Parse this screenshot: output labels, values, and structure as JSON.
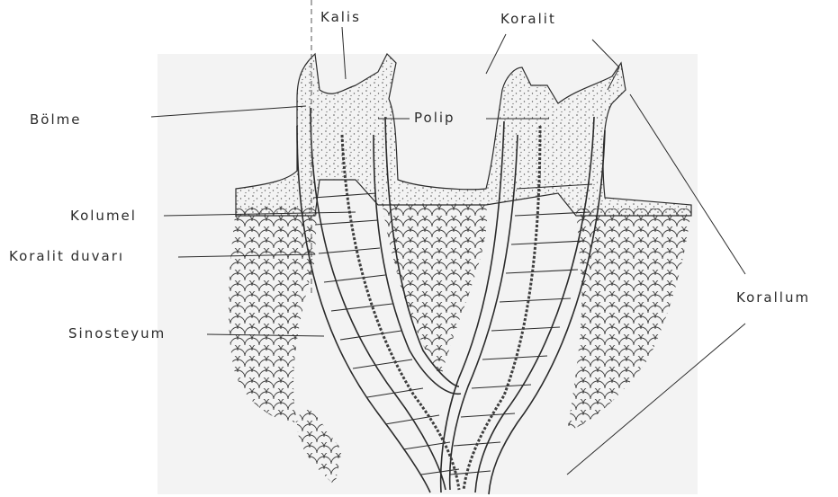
{
  "labels": {
    "kalis": "Kalis",
    "koralit": "Koralit",
    "bolme": "Bölme",
    "polip": "Polip",
    "kolumel": "Kolumel",
    "koralit_duvari": "Koralit duvarı",
    "sinosteyum": "Sinosteyum",
    "korallum": "Korallum"
  },
  "colors": {
    "ink": "#2b2b2b",
    "stipple": "#5a5a5a",
    "paper": "#ffffff",
    "shade": "#eeeeee"
  }
}
